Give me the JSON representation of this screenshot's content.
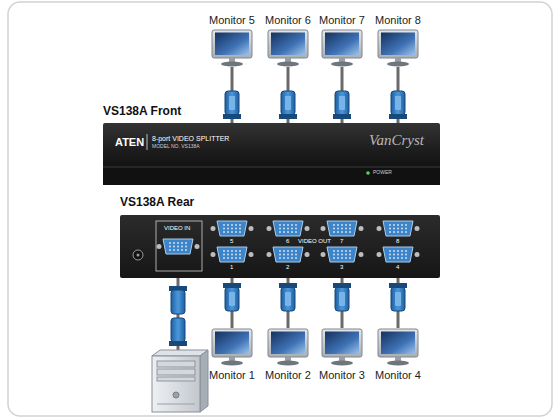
{
  "diagram": {
    "nodes": [
      {
        "text": [
          "Monitor 5"
        ]
      },
      {
        "text": [
          "Monitor 6"
        ]
      },
      {
        "text": [
          "Monitor 7"
        ]
      },
      {
        "text": [
          "Monitor 8"
        ]
      },
      {
        "text": [
          "VS138A Front",
          "ATEN",
          "8-port VIDEO SPLITTER",
          "MODEL NO. VS138A",
          "VanCryst",
          "POWER"
        ]
      },
      {
        "text": [
          "VS138A Rear",
          "VIDEO IN",
          "VIDEO OUT",
          "5",
          "6",
          "7",
          "8",
          "1",
          "2",
          "3",
          "4"
        ]
      },
      {
        "text": [
          "Monitor 1"
        ]
      },
      {
        "text": [
          "Monitor 2"
        ]
      },
      {
        "text": [
          "Monitor 3"
        ]
      },
      {
        "text": [
          "Monitor 4"
        ]
      }
    ],
    "edges": [
      {
        "from": 4,
        "to": 0,
        "arrow": "none"
      },
      {
        "from": 4,
        "to": 1,
        "arrow": "none"
      },
      {
        "from": 4,
        "to": 2,
        "arrow": "none"
      },
      {
        "from": 4,
        "to": 3,
        "arrow": "none"
      },
      {
        "from": 5,
        "to": 6,
        "arrow": "none"
      },
      {
        "from": 5,
        "to": 7,
        "arrow": "none"
      },
      {
        "from": 5,
        "to": 8,
        "arrow": "none"
      },
      {
        "from": 5,
        "to": 9,
        "arrow": "none"
      }
    ]
  }
}
